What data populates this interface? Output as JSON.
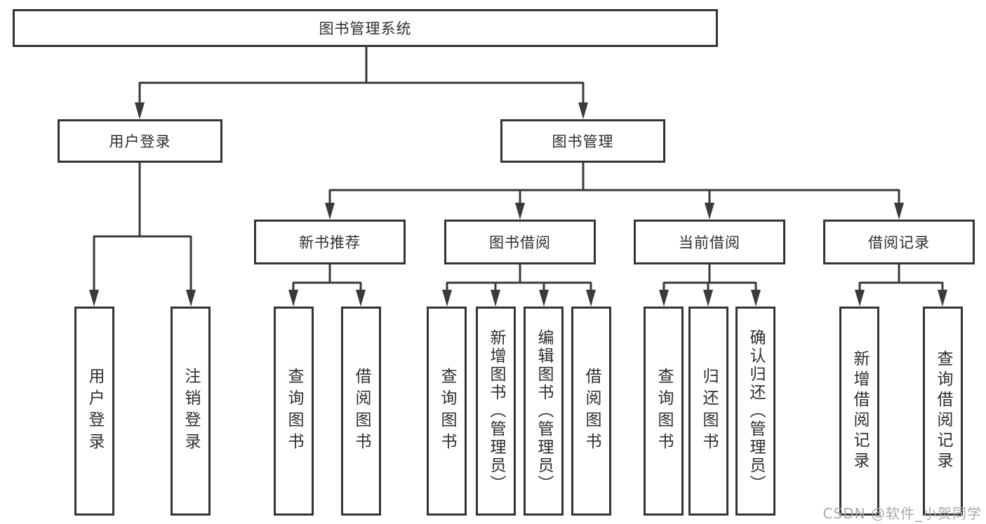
{
  "diagram": {
    "title": "图书管理系统",
    "root": {
      "label": "图书管理系统"
    },
    "level1": [
      {
        "label": "用户登录",
        "parent": "图书管理系统"
      },
      {
        "label": "图书管理",
        "parent": "图书管理系统"
      }
    ],
    "level2": [
      {
        "label": "新书推荐",
        "parent": "图书管理"
      },
      {
        "label": "图书借阅",
        "parent": "图书管理"
      },
      {
        "label": "当前借阅",
        "parent": "图书管理"
      },
      {
        "label": "借阅记录",
        "parent": "图书管理"
      }
    ],
    "leaves": [
      {
        "label": "用户登录",
        "parent": "用户登录"
      },
      {
        "label": "注销登录",
        "parent": "用户登录"
      },
      {
        "label": "查询图书",
        "parent": "新书推荐"
      },
      {
        "label": "借阅图书",
        "parent": "新书推荐"
      },
      {
        "label": "查询图书",
        "parent": "图书借阅"
      },
      {
        "label": "新增图书（管理员）",
        "parent": "图书借阅"
      },
      {
        "label": "编辑图书（管理员）",
        "parent": "图书借阅"
      },
      {
        "label": "借阅图书",
        "parent": "图书借阅"
      },
      {
        "label": "查询图书",
        "parent": "当前借阅"
      },
      {
        "label": "归还图书",
        "parent": "当前借阅"
      },
      {
        "label": "确认归还（管理员）",
        "parent": "当前借阅"
      },
      {
        "label": "新增借阅记录",
        "parent": "借阅记录"
      },
      {
        "label": "查询借阅记录",
        "parent": "借阅记录"
      }
    ]
  },
  "watermark": {
    "text": "CSDN @软件_小贺同学"
  },
  "colors": {
    "line": "#3a3a3a",
    "box_border": "#343434",
    "text": "#2e2e2e",
    "watermark": "#a9a9a9",
    "background": "#ffffff"
  }
}
